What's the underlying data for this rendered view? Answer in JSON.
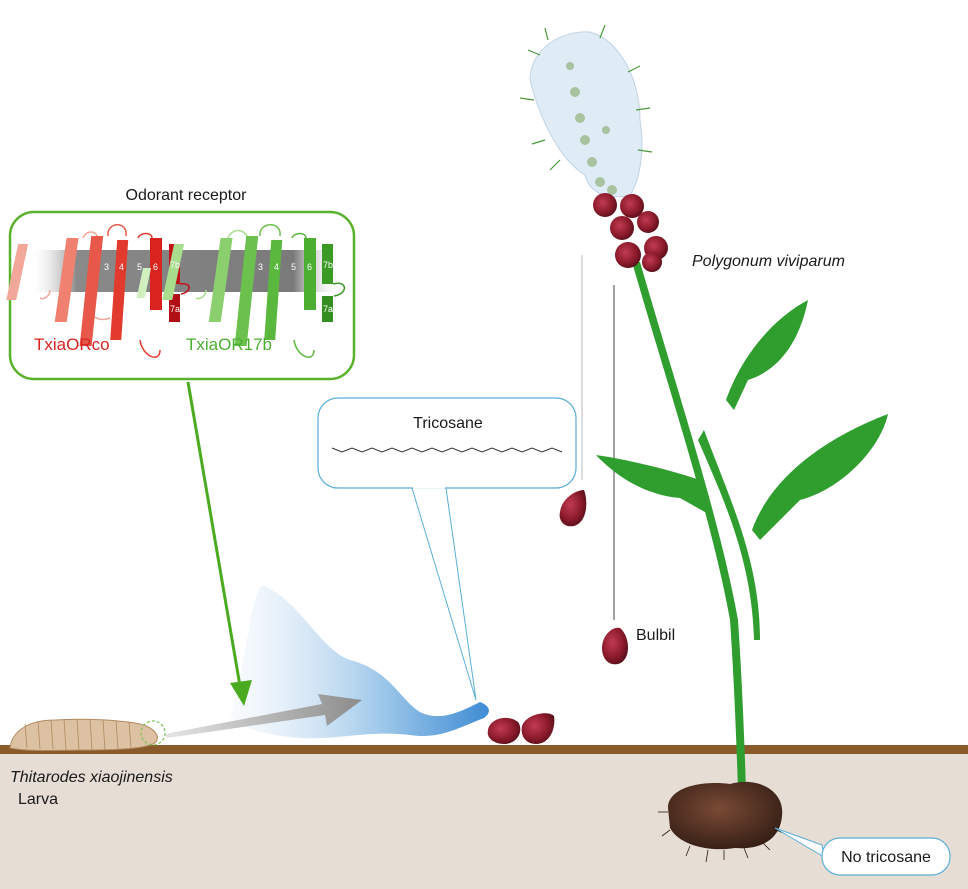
{
  "receptor_box": {
    "title": "Odorant receptor",
    "orco_label": "TxiaORco",
    "or17b_label": "TxiaOR17b",
    "helix_labels": [
      "3",
      "4",
      "5",
      "6",
      "7b",
      "7a"
    ]
  },
  "tricosane_bubble": {
    "label": "Tricosane"
  },
  "plant_label": "Polygonum viviparum",
  "bulbil_label": "Bulbil",
  "larva": {
    "species": "Thitarodes xiaojinensis",
    "stage": "Larva"
  },
  "root_bubble": {
    "label": "No tricosane"
  },
  "colors": {
    "orco": "#d8231f",
    "orco_light": "#f2a79a",
    "or17b": "#4caf32",
    "or17b_light": "#a8dd8e",
    "box_border": "#5ab12c",
    "bubble_border": "#5aaed8",
    "soil": "#e6ddd5",
    "ground": "#8a5a2b",
    "stem": "#2f9e2f",
    "bulbil": "#8b1a2b"
  }
}
